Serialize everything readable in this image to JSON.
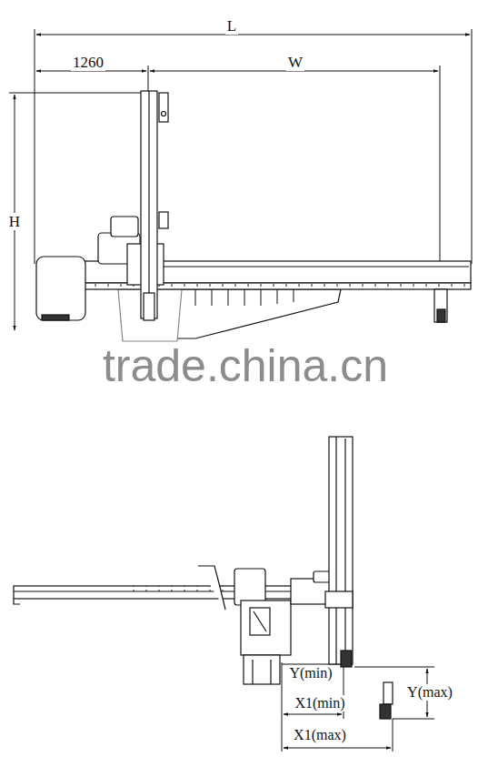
{
  "diagram": {
    "labels": [
      "L",
      "1260",
      "W",
      "H",
      "trade.china.cn",
      "Y(min)",
      "Y(max)",
      "X1(min)",
      "X1(max)"
    ]
  }
}
